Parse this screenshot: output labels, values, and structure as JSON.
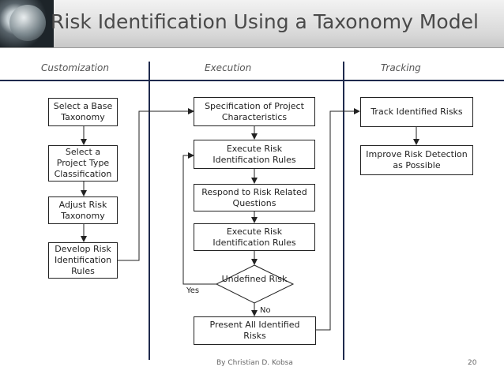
{
  "title": "Risk Identification Using a Taxonomy Model",
  "phases": {
    "customization": "Customization",
    "execution": "Execution",
    "tracking": "Tracking"
  },
  "customization": {
    "select_base": "Select a Base Taxonomy",
    "select_project_type": "Select a Project Type Classification",
    "adjust": "Adjust Risk Taxonomy",
    "develop": "Develop Risk Identification Rules"
  },
  "execution": {
    "specification": "Specification of Project Characteristics",
    "execute_rules_1": "Execute Risk Identification Rules",
    "respond": "Respond to Risk Related Questions",
    "execute_rules_2": "Execute Risk Identification Rules",
    "decision": "Undefined Risk",
    "yes_label": "Yes",
    "no_label": "No",
    "present": "Present All Identified Risks"
  },
  "tracking": {
    "track": "Track Identified Risks",
    "improve": "Improve Risk Detection as Possible"
  },
  "footer": {
    "author": "By Christian D. Kobsa",
    "page_number": "20"
  },
  "colors": {
    "divider": "#1f2a4d",
    "box_border": "#222222",
    "title_text": "#4a4a4a"
  }
}
